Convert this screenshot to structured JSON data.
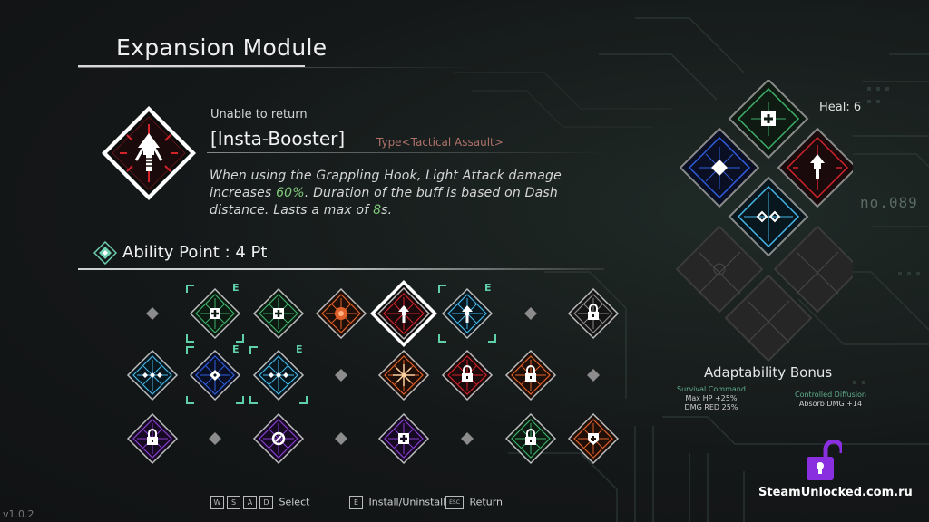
{
  "header": {
    "title": "Expansion Module"
  },
  "selected_module": {
    "status": "Unable to return",
    "name": "[Insta-Booster]",
    "type": "Type<Tactical Assault>",
    "description_parts": [
      "When using the Grappling Hook, Light Attack damage increases ",
      "60%",
      ". Duration of the buff is based on Dash distance. Lasts a max of ",
      "8",
      "s."
    ]
  },
  "ability_point": {
    "label": "Ability Point : 4 Pt"
  },
  "grid_markers": {
    "equipped": "E"
  },
  "core": {
    "heal_label": "Heal: 6",
    "serial": "no.089"
  },
  "adaptability": {
    "title": "Adaptability Bonus",
    "bonuses": [
      {
        "name": "Survival Command",
        "lines": [
          "Max HP +25%",
          "DMG RED 25%"
        ]
      },
      {
        "name": "Controlled Diffusion",
        "lines": [
          "Absorb DMG +14"
        ]
      }
    ]
  },
  "controls": {
    "keys_move": [
      "W",
      "S",
      "A",
      "D"
    ],
    "move_label": "Select",
    "key_install": "E",
    "install_label": "Install/Uninstall",
    "key_return": "ESC",
    "return_label": "Return"
  },
  "footer": {
    "version": "v1.0.2",
    "watermark": "SteamUnlocked.com.ru"
  },
  "colors": {
    "green": "#3fae6a",
    "red": "#d2232a",
    "blue": "#2f5fe0",
    "cyan": "#45b6e8",
    "purple": "#8a3fd0",
    "orange": "#e0602a",
    "accent_value": "#7fc97a",
    "type_text": "#b07268"
  }
}
